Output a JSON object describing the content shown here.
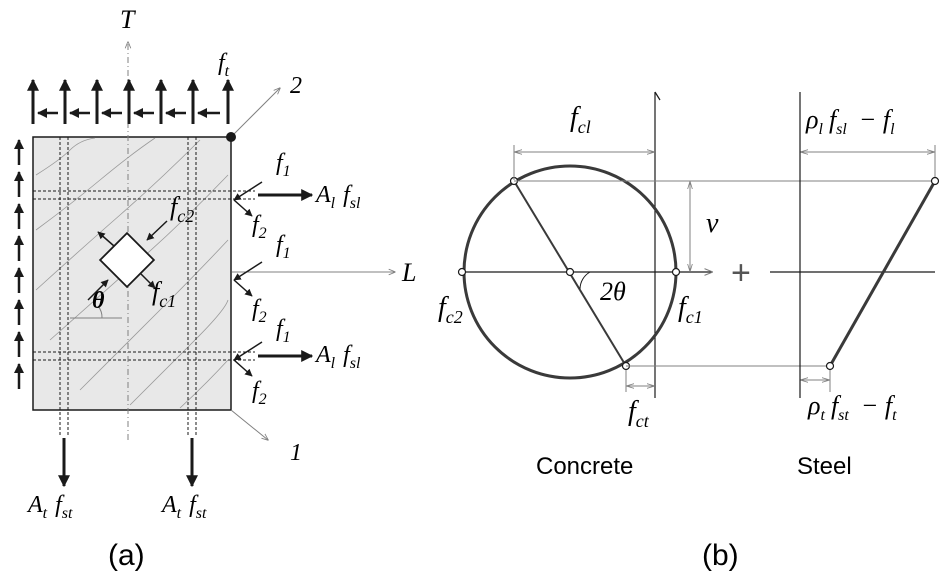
{
  "panel_a": {
    "caption": "(a)",
    "label_T": "T",
    "label_ft": "f",
    "label_ft_sub": "t",
    "label_2": "2",
    "label_1": "1",
    "label_L": "L",
    "label_theta": "θ",
    "label_fc2": "f",
    "label_fc2_sub": "c2",
    "label_fc1": "f",
    "label_fc1_sub": "c1",
    "f1_sym": "f",
    "f1_sub": "1",
    "f2_sym": "f",
    "f2_sub": "2",
    "steel_long_A": "A",
    "steel_long_A_sub": "l",
    "steel_long_f": "f",
    "steel_long_f_sub": "sl",
    "steel_trans_A": "A",
    "steel_trans_A_sub": "t",
    "steel_trans_f": "f",
    "steel_trans_f_sub": "st"
  },
  "panel_b": {
    "caption": "(b)",
    "concrete_label": "Concrete",
    "steel_label": "Steel",
    "fcl": "f",
    "fcl_sub": "cl",
    "v": "v",
    "two_theta": "2θ",
    "fc2": "f",
    "fc2_sub": "c2",
    "fc1": "f",
    "fc1_sub": "c1",
    "fct": "f",
    "fct_sub": "ct",
    "plus": "+",
    "rho_l": "ρ",
    "rho_l_sub": "l",
    "fsl": "f",
    "fsl_sub": "sl",
    "minus_fl": "− f",
    "minus_fl_sub": "l",
    "rho_t": "ρ",
    "rho_t_sub": "t",
    "fst": "f",
    "fst_sub": "st",
    "minus_ft": "− f",
    "minus_ft_sub": "t"
  },
  "colors": {
    "ink": "#1a1a1a",
    "panel_fill": "#e8e8e8",
    "thin_line": "#808080"
  }
}
